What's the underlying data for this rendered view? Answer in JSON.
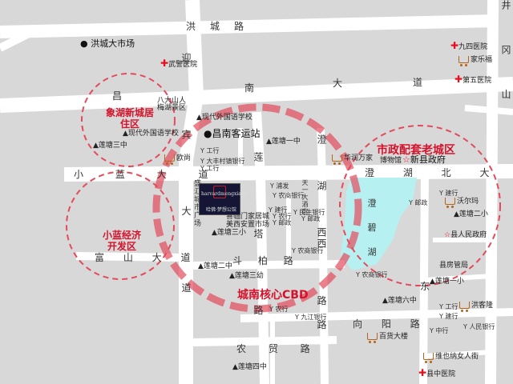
{
  "roads": {
    "hongcheng": "洪城路",
    "changnan_chang": "昌",
    "changnan_nan": "南",
    "changnan_da": "大",
    "changnan_dao": "道",
    "xiaolan": "小 蓝 大 道",
    "chenghu": "澄 湖 北 大 道",
    "fushan": "富 山 大 道",
    "douzhu": "斗 柏 路",
    "xiangyang": "向 阳 路",
    "nongmao": "农 贸 路",
    "yingbin": "迎 宾 大 道",
    "lianta": "莲 塔 路",
    "chengxi": "澄 西 路",
    "lianhu_west": "湖 西 路",
    "dong": "东",
    "jing_right": "井 冈 山"
  },
  "zones": {
    "xianghu": "象湖新城居住区",
    "xiaolan_eco": "小蓝经济开发区",
    "cbd": "城南核心CBD",
    "laocheng": "市政配套老城区"
  },
  "pois": {
    "hongcheng_market": "洪城大市场",
    "wujing_hospital": "武警医院",
    "jiusi_hospital": "九四医院",
    "jialefu_north": "家乐福",
    "diwu_hospital": "第五医院",
    "bada_shanren": "八大山人梅湖景区",
    "waiguoyu_1": "现代外国语学校",
    "changnan_station": "昌南客运站",
    "waiguoyu_2": "现代外国语学校",
    "liantang_3": "莲塘三中",
    "ouzhou": "欧尚",
    "liantang_1": "莲塘一中",
    "huarun": "华润万家",
    "bowuguan": "博物馆",
    "new_gov": "新县政府",
    "shengchuang_square": "盛汇城市广场",
    "kaiyue_jiaju": "喜临门家居城",
    "yuanwang_jiaju": "美西安置市场",
    "liantang_3x": "莲塘三小",
    "chengbi_lake": "澄 碧 湖",
    "woerma": "沃尔玛",
    "liantang_2x": "莲塘二小",
    "county_gov": "县人民政府",
    "county_court": "县房管局",
    "liantang_yz": "莲塘一小",
    "liantang_2z": "莲塘二中",
    "liantang_3y": "莲塘三幼",
    "liantang_6z": "莲塘六中",
    "hongkelong": "洪客隆",
    "baihuo": "百货大楼",
    "weixin_nuren": "维也纳女人街",
    "liantang_4z": "莲塘四中",
    "county_hospital": "县中医院",
    "tiande_garden": "天一大酒店"
  },
  "banks": {
    "b1": "Y 工行",
    "b2": "Y 大丰村镇银行",
    "b3": "Y 工行",
    "b4": "Y 浦发",
    "b5": "Y 农商银行",
    "b6": "Y 建行",
    "b7": "Y 农行",
    "b8": "Y 邮政",
    "b9": "Y 民生银行",
    "b10": "Y 邮政",
    "b11": "Y 农商银行",
    "b12": "Y 邮政",
    "b13": "Y 建行",
    "b14": "Y 农商银行",
    "b15": "Y 工行",
    "b16": "Y 建行",
    "b17": "Y 人民银行",
    "b18": "Y 农行",
    "b19": "Y 九江银行",
    "b20": "Y 中行"
  },
  "logo": {
    "left": "harvard",
    "right": "mengxiang",
    "bottom": "哈佛·梦想公馆"
  },
  "colors": {
    "background": "#d8d8d8",
    "road": "#ffffff",
    "lake": "#b7f0f0",
    "zone_ring": "#e34b5c",
    "zone_text": "#d6122a"
  },
  "icons": [
    "dot-icon",
    "hospital-cross-icon",
    "shopping-cart-icon",
    "school-triangle-icon",
    "bank-yuan-icon",
    "government-star-icon"
  ]
}
